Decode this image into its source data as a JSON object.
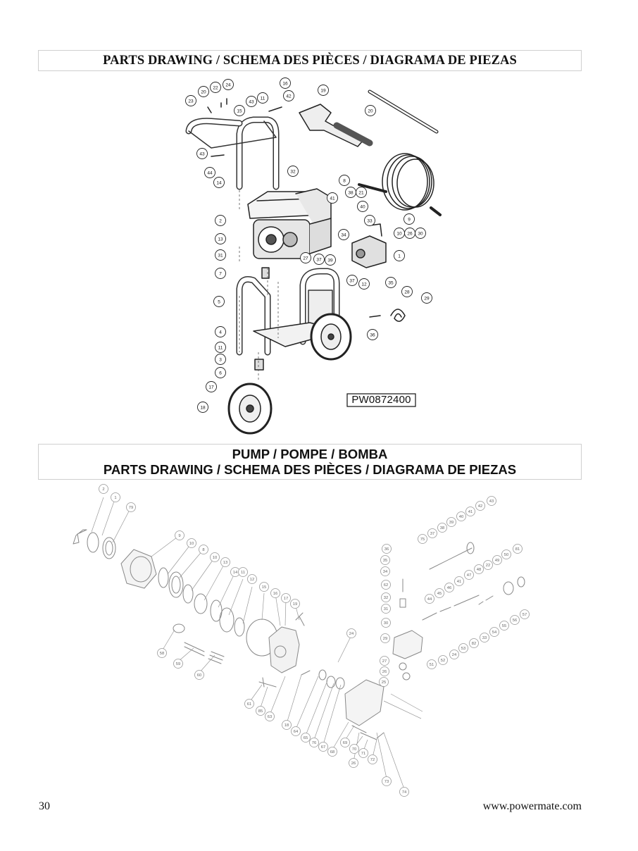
{
  "header1": {
    "title": "PARTS DRAWING / SCHEMA DES PIÈCES / DIAGRAMA DE PIEZAS"
  },
  "header2": {
    "line1": "PUMP / POMPE / BOMBA",
    "line2": "PARTS DRAWING / SCHEMA DES PIÈCES / DIAGRAMA DE PIEZAS"
  },
  "drawing1": {
    "model_code": "PW0872400",
    "callouts": [
      "23",
      "20",
      "22",
      "24",
      "43",
      "11",
      "16",
      "42",
      "19",
      "20",
      "15",
      "43",
      "44",
      "14",
      "32",
      "8",
      "21",
      "38",
      "40",
      "41",
      "2",
      "13",
      "9",
      "10",
      "26",
      "30",
      "34",
      "33",
      "31",
      "27",
      "37",
      "39",
      "1",
      "7",
      "37",
      "12",
      "35",
      "28",
      "29",
      "5",
      "36",
      "4",
      "11",
      "3",
      "6",
      "17",
      "18"
    ]
  },
  "drawing2": {
    "callouts": [
      "2",
      "1",
      "79",
      "9",
      "10",
      "8",
      "10",
      "13",
      "14",
      "11",
      "12",
      "15",
      "16",
      "17",
      "19",
      "58",
      "59",
      "60",
      "61",
      "85",
      "63",
      "18",
      "64",
      "65",
      "76",
      "67",
      "68",
      "69",
      "26",
      "70",
      "71",
      "72",
      "73",
      "74",
      "24",
      "36",
      "35",
      "34",
      "62",
      "32",
      "31",
      "30",
      "29",
      "27",
      "26",
      "25",
      "75",
      "37",
      "38",
      "39",
      "40",
      "41",
      "42",
      "43",
      "44",
      "45",
      "46",
      "41",
      "47",
      "48",
      "22",
      "49",
      "50",
      "81",
      "51",
      "52",
      "24",
      "53",
      "82",
      "33",
      "54",
      "55",
      "56",
      "57"
    ]
  },
  "footer": {
    "page_number": "30",
    "website": "www.powermate.com"
  }
}
